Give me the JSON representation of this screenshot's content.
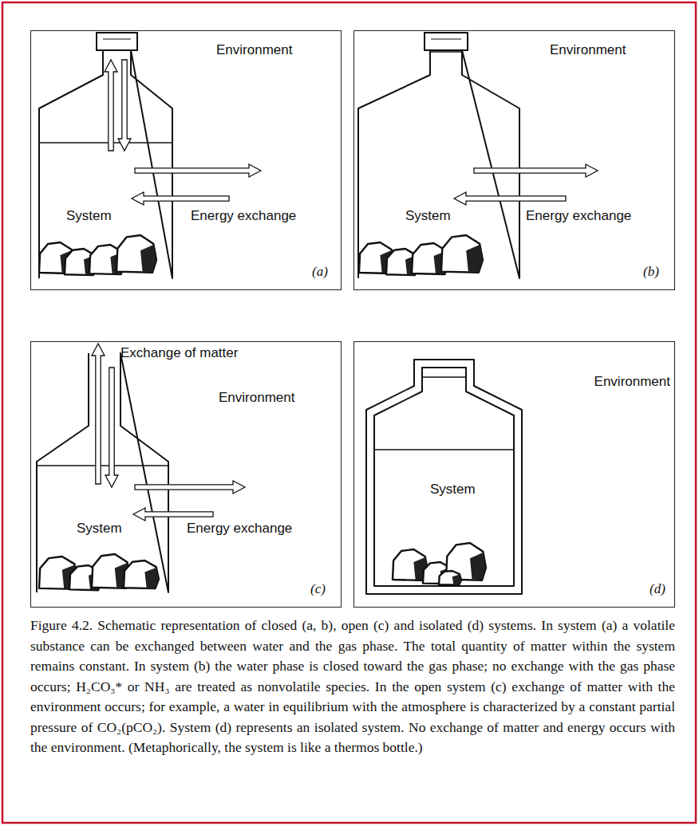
{
  "diagram": {
    "caption": "Figure 4.2. Schematic representation of closed (a, b), open (c) and isolated (d) systems. In system (a) a volatile substance can be exchanged between water and the gas phase. The total quantity of matter within the system remains constant. In system (b) the water phase is closed toward the gas phase; no exchange with the gas phase occurs; H₂CO₃* or NH₃ are treated as nonvolatile species. In the open system (c) exchange of matter with the environment occurs; for example, a water in equilibrium with the atmosphere is characterized by a constant partial pressure of CO₂(pCO₂). System (d) represents an isolated system. No exchange of matter and energy occurs with the environment. (Metaphorically, the system is like a thermos bottle.)",
    "nodes": [
      {
        "text": [
          "Environment",
          "System",
          "Energy exchange",
          "(a)"
        ]
      },
      {
        "text": [
          "Environment",
          "System",
          "Energy exchange",
          "(b)"
        ]
      },
      {
        "text": [
          "Exchange of matter",
          "Environment",
          "System",
          "Energy exchange",
          "(c)"
        ]
      },
      {
        "text": [
          "Environment",
          "System",
          "(d)"
        ]
      }
    ]
  }
}
